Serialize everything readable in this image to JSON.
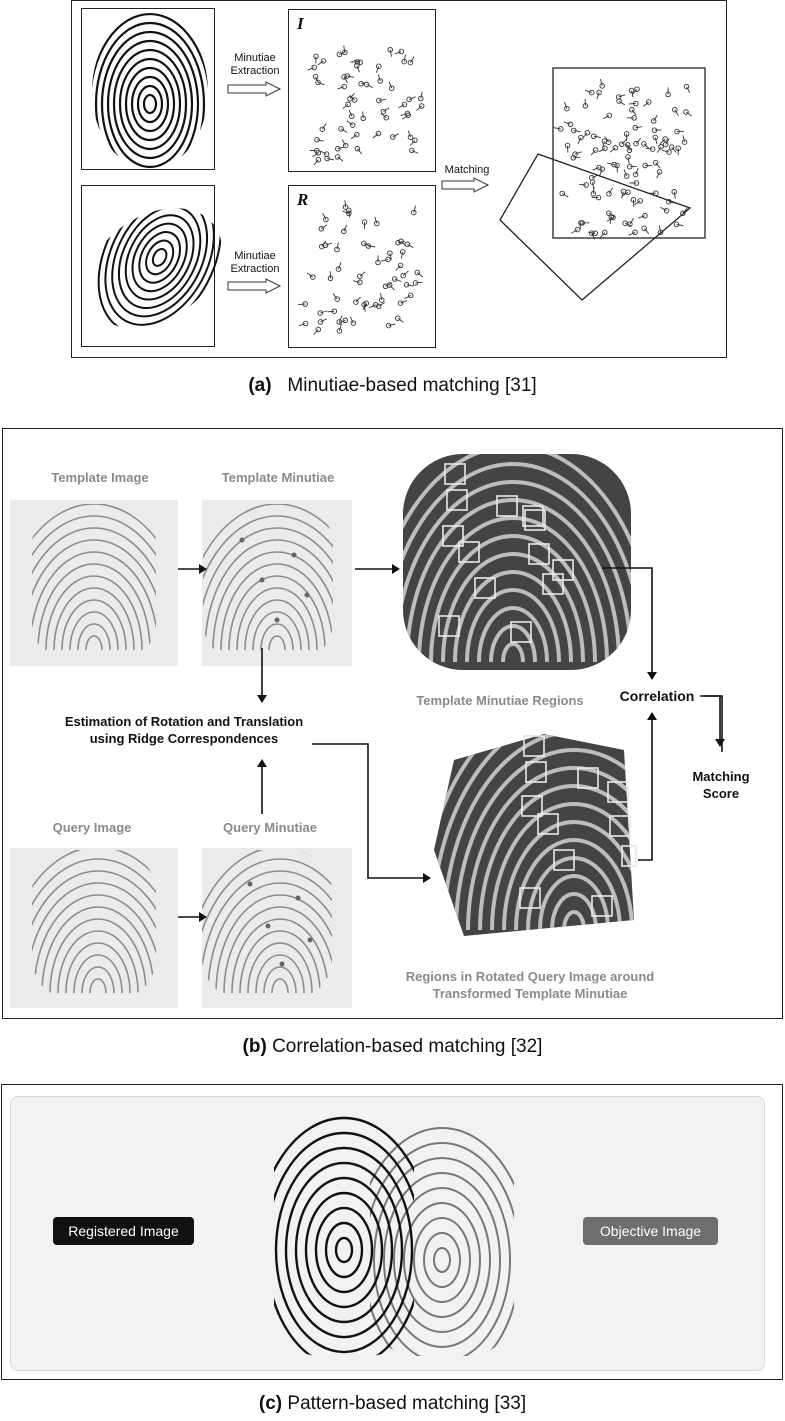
{
  "panel_a": {
    "label_I": "I",
    "label_R": "R",
    "minutiae_extraction_top": [
      "Minutiae",
      "Extraction"
    ],
    "minutiae_extraction_bottom": [
      "Minutiae",
      "Extraction"
    ],
    "matching_label": "Matching",
    "caption_tag": "(a)",
    "caption_text": "Minutiae-based matching [31]"
  },
  "panel_b": {
    "template_image": "Template Image",
    "template_minutiae": "Template Minutiae",
    "query_image": "Query Image",
    "query_minutiae": "Query Minutiae",
    "estimation_line1": "Estimation of Rotation and Translation",
    "estimation_line2": "using Ridge Correspondences",
    "template_regions": "Template Minutiae Regions",
    "correlation": "Correlation",
    "matching_score_line1": "Matching",
    "matching_score_line2": "Score",
    "query_regions_line1": "Regions in Rotated Query Image around",
    "query_regions_line2": "Transformed Template Minutiae",
    "caption_tag": "(b)",
    "caption_text": "Correlation-based matching [32]"
  },
  "panel_c": {
    "registered_image": "Registered Image",
    "objective_image": "Objective Image",
    "caption_tag": "(c)",
    "caption_text": "Pattern-based matching [33]"
  }
}
